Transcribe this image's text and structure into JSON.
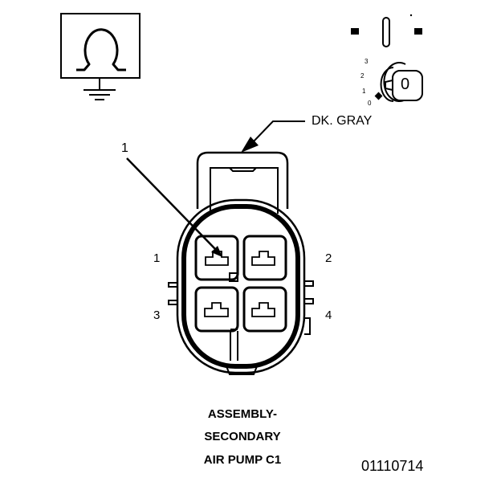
{
  "wire_color_label": "DK. GRAY",
  "callout_number": "1",
  "pin_numbers": {
    "pin1": "1",
    "pin2": "2",
    "pin3": "3",
    "pin4": "4"
  },
  "ignition_switch": {
    "positions": [
      "3",
      "2",
      "1",
      "0"
    ],
    "key_label": "0",
    "selected_position": "1"
  },
  "connector_title": [
    "ASSEMBLY-",
    "SECONDARY",
    "AIR PUMP C1"
  ],
  "figure_code": "01110714",
  "symbols": {
    "resistance": "ohm-meter-icon",
    "ground": "ground-icon",
    "switch": "ignition-switch-icon"
  },
  "colors": {
    "ink": "#000000",
    "background": "#ffffff"
  }
}
